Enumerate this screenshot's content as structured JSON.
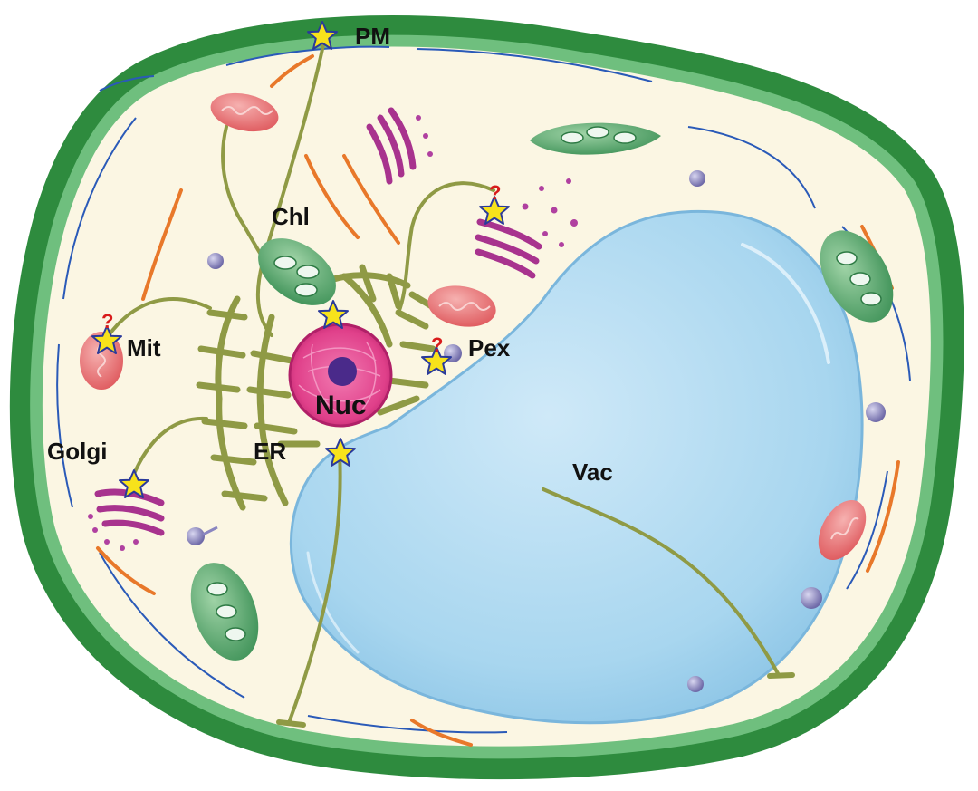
{
  "labels": {
    "pm": "PM",
    "chl": "Chl",
    "mit": "Mit",
    "pex": "Pex",
    "nuc": "Nuc",
    "golgi": "Golgi",
    "er": "ER",
    "vac": "Vac"
  },
  "uncertain_marker": "?",
  "colors": {
    "cell_wall": "#2e8b3e",
    "cytoplasm": "#fbf6e3",
    "er": "#8f9a45",
    "vacuole": "#a8d6ef",
    "nucleus": "#e0408a",
    "nucleolus": "#4a2a8a",
    "mitochondrion": "#e8787a",
    "chloroplast": "#3f9a5a",
    "golgi": "#a8338e",
    "star": "#f7e21b",
    "star_outline": "#2a3a9a",
    "filament_blue": "#2a5ab8",
    "filament_orange": "#e8782a",
    "vesicle": "#8a86c0"
  },
  "icons": {
    "star": "star-icon",
    "question": "question-mark-icon"
  }
}
